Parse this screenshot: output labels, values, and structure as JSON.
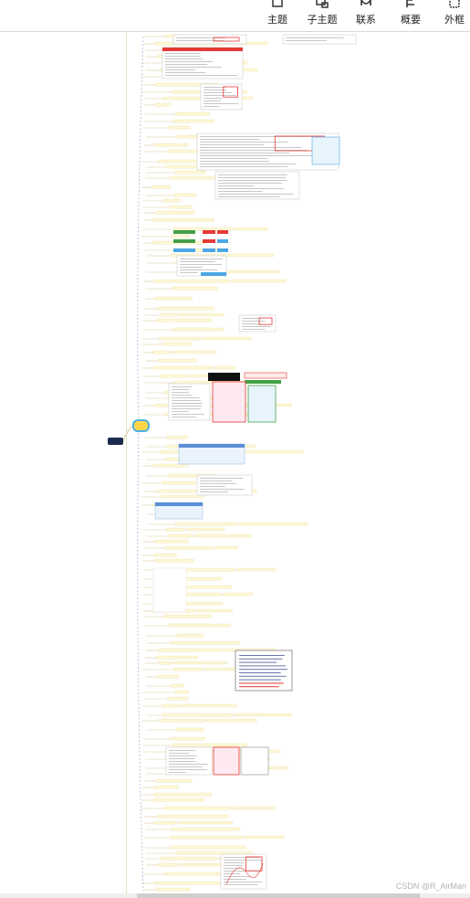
{
  "toolbar": {
    "items": [
      {
        "label": "主题",
        "icon": "topic-icon"
      },
      {
        "label": "子主题",
        "icon": "subtopic-icon"
      },
      {
        "label": "联系",
        "icon": "relationship-icon"
      },
      {
        "label": "概要",
        "icon": "summary-icon"
      },
      {
        "label": "外框",
        "icon": "boundary-icon"
      }
    ]
  },
  "watermark": "CSDN @R_AirMan",
  "colors": {
    "root": "#1d2b50",
    "main_topic": "#ffd54a",
    "main_border": "#4ab1e6",
    "branch_line": "#d8c9a0",
    "note_fill": "#fdf7d6",
    "highlight_red": "#e53935",
    "highlight_green": "#43a047",
    "highlight_blue": "#4ea7e6"
  }
}
